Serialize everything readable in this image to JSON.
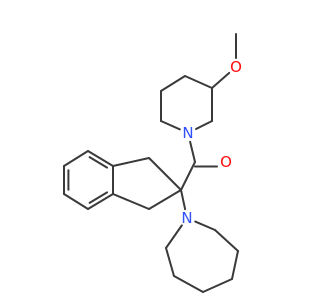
{
  "molecule": {
    "bond_color": "#3a3a3a",
    "atom_colors": {
      "O": "#ff0d0d",
      "N": "#3050f8"
    },
    "atoms": [
      {
        "id": "a_O_carbonyl",
        "element": "O",
        "label": "O"
      },
      {
        "id": "a_N_methoxypiperidine",
        "element": "N",
        "label": "N"
      },
      {
        "id": "a_O_methoxy",
        "element": "O",
        "label": "O"
      },
      {
        "id": "a_N_piperidine",
        "element": "N",
        "label": "N"
      }
    ]
  }
}
